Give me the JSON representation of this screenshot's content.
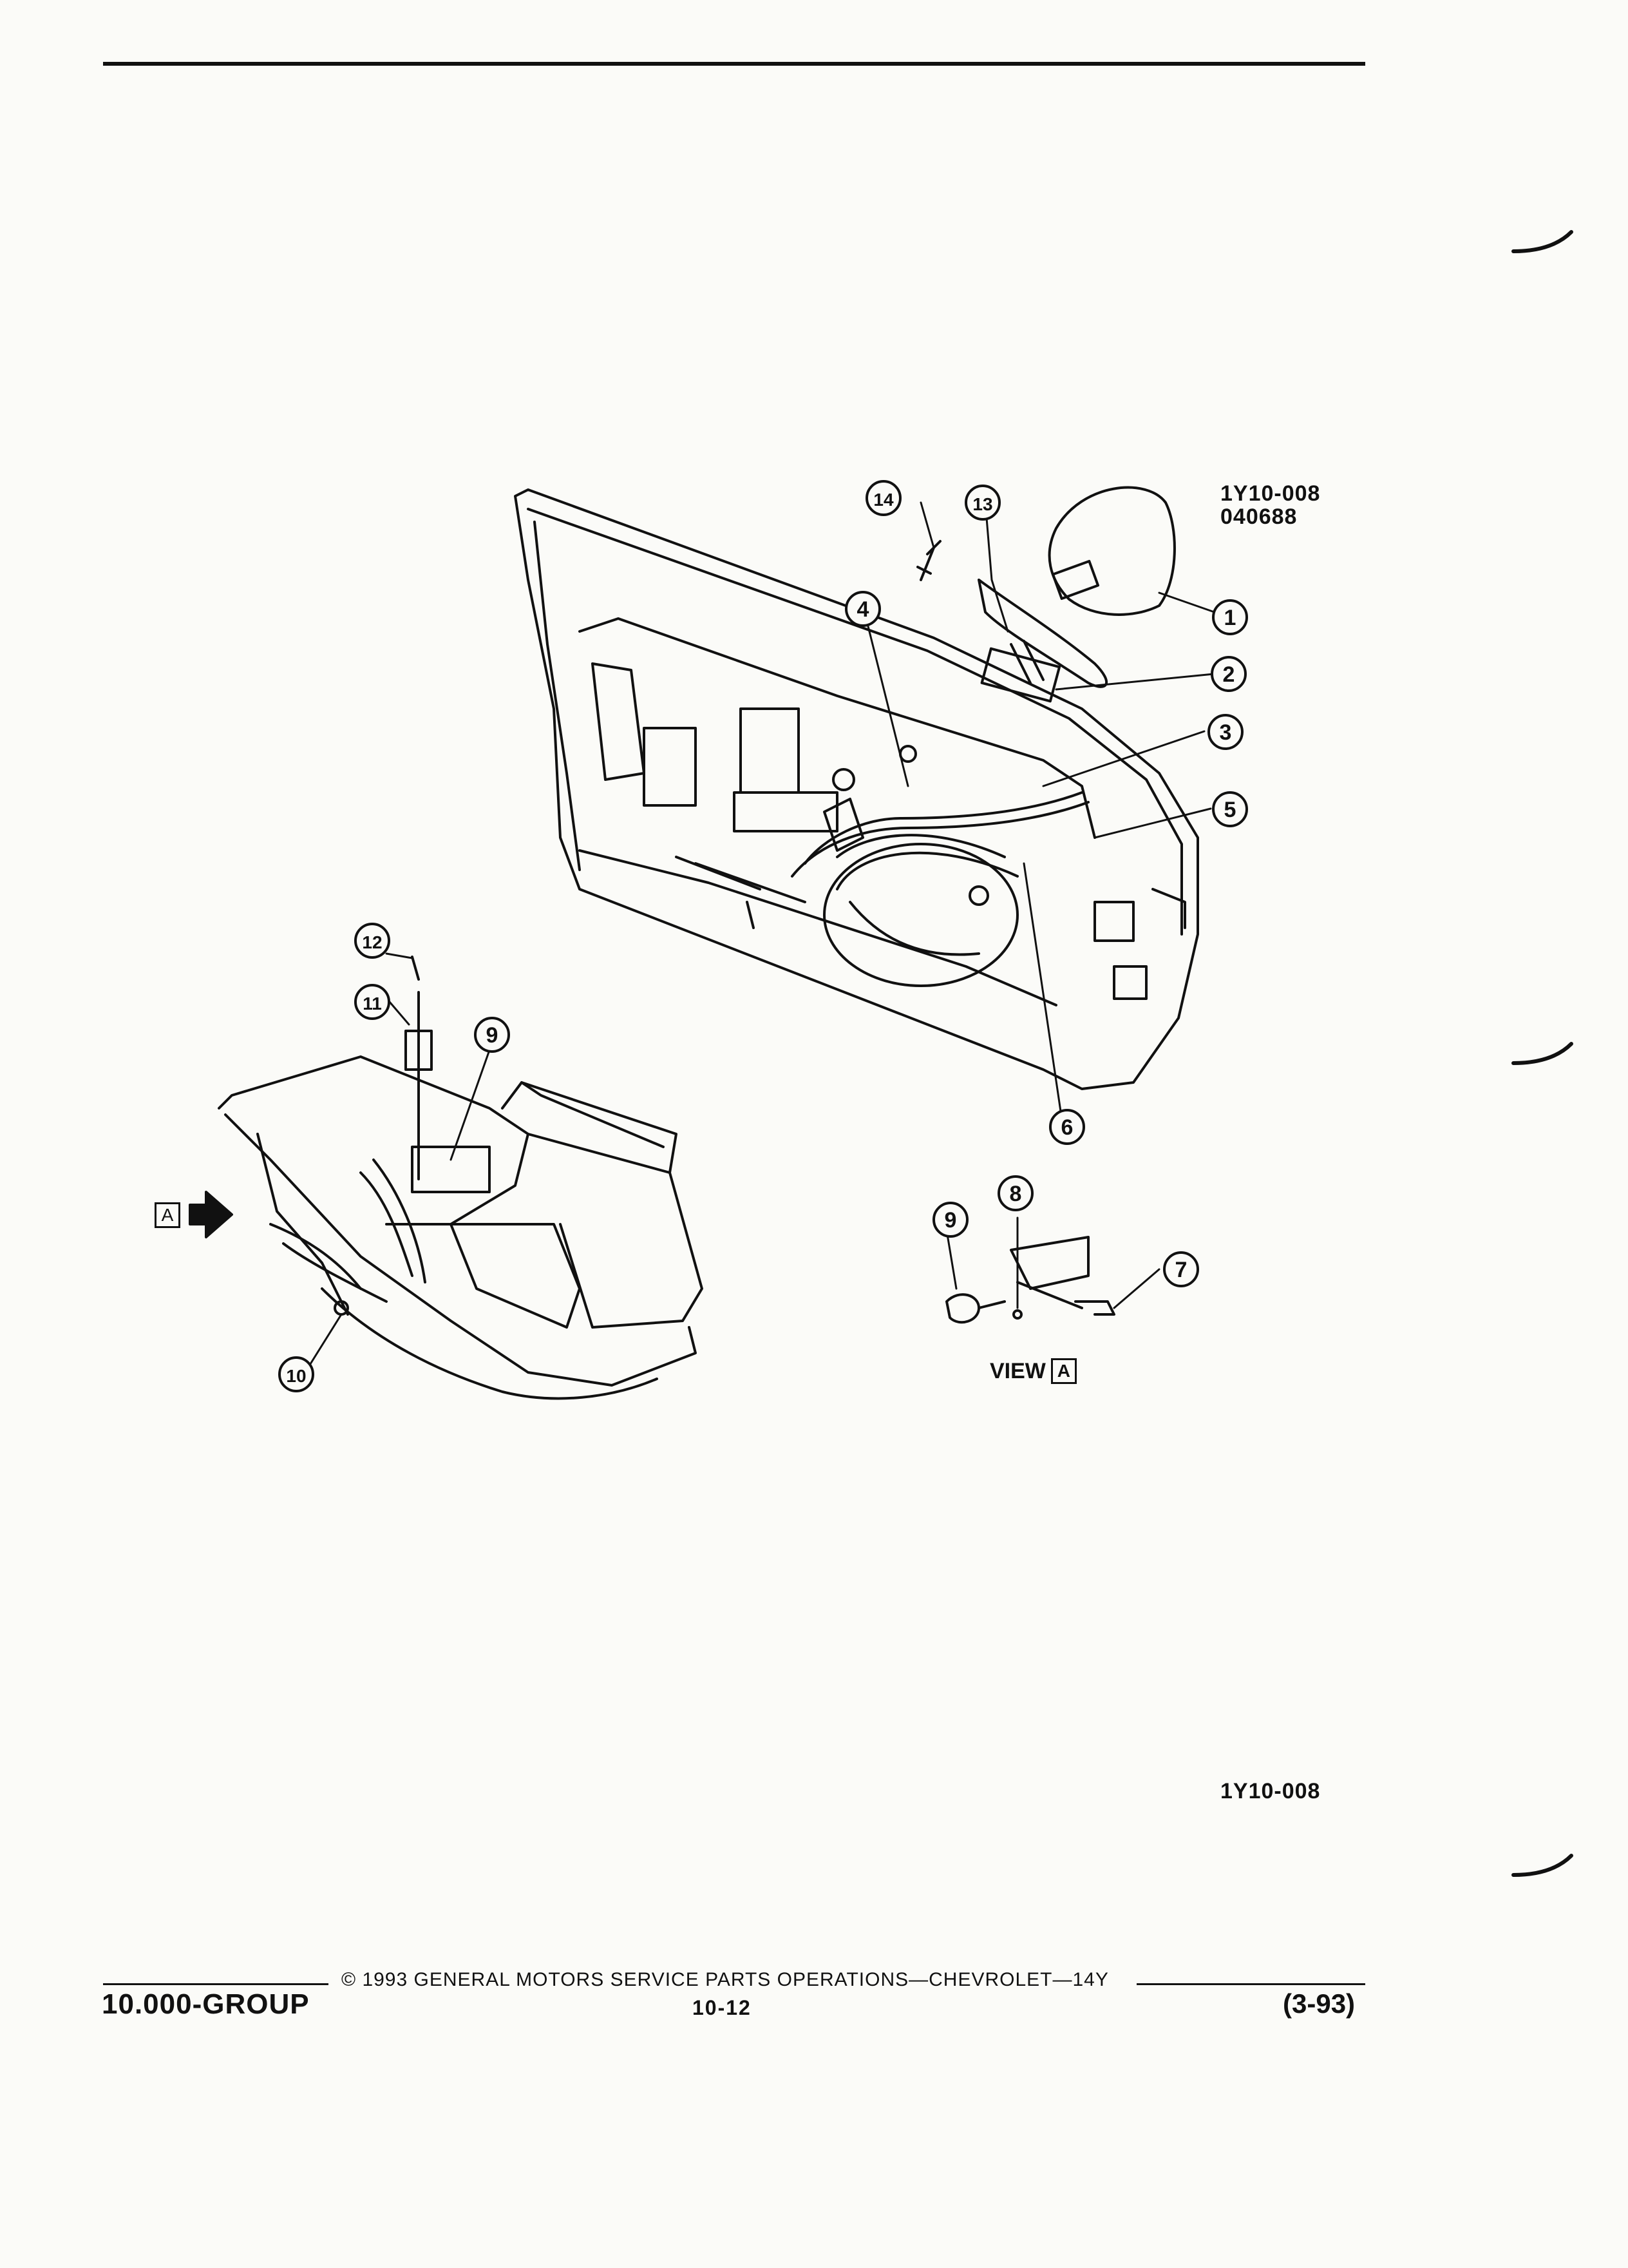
{
  "figure": {
    "id_top": "1Y10-008",
    "date_code": "040688",
    "id_bottom": "1Y10-008",
    "callouts": [
      "1",
      "2",
      "3",
      "4",
      "5",
      "6",
      "7",
      "8",
      "9",
      "9",
      "10",
      "11",
      "12",
      "13",
      "14"
    ],
    "view_label": "VIEW",
    "view_ref": "A",
    "arrow_ref": "A"
  },
  "footer": {
    "copyright": "© 1993 GENERAL MOTORS SERVICE PARTS OPERATIONS—CHEVROLET—14Y",
    "group": "10.000-GROUP",
    "page_number": "10-12",
    "revision_date": "(3-93)"
  }
}
